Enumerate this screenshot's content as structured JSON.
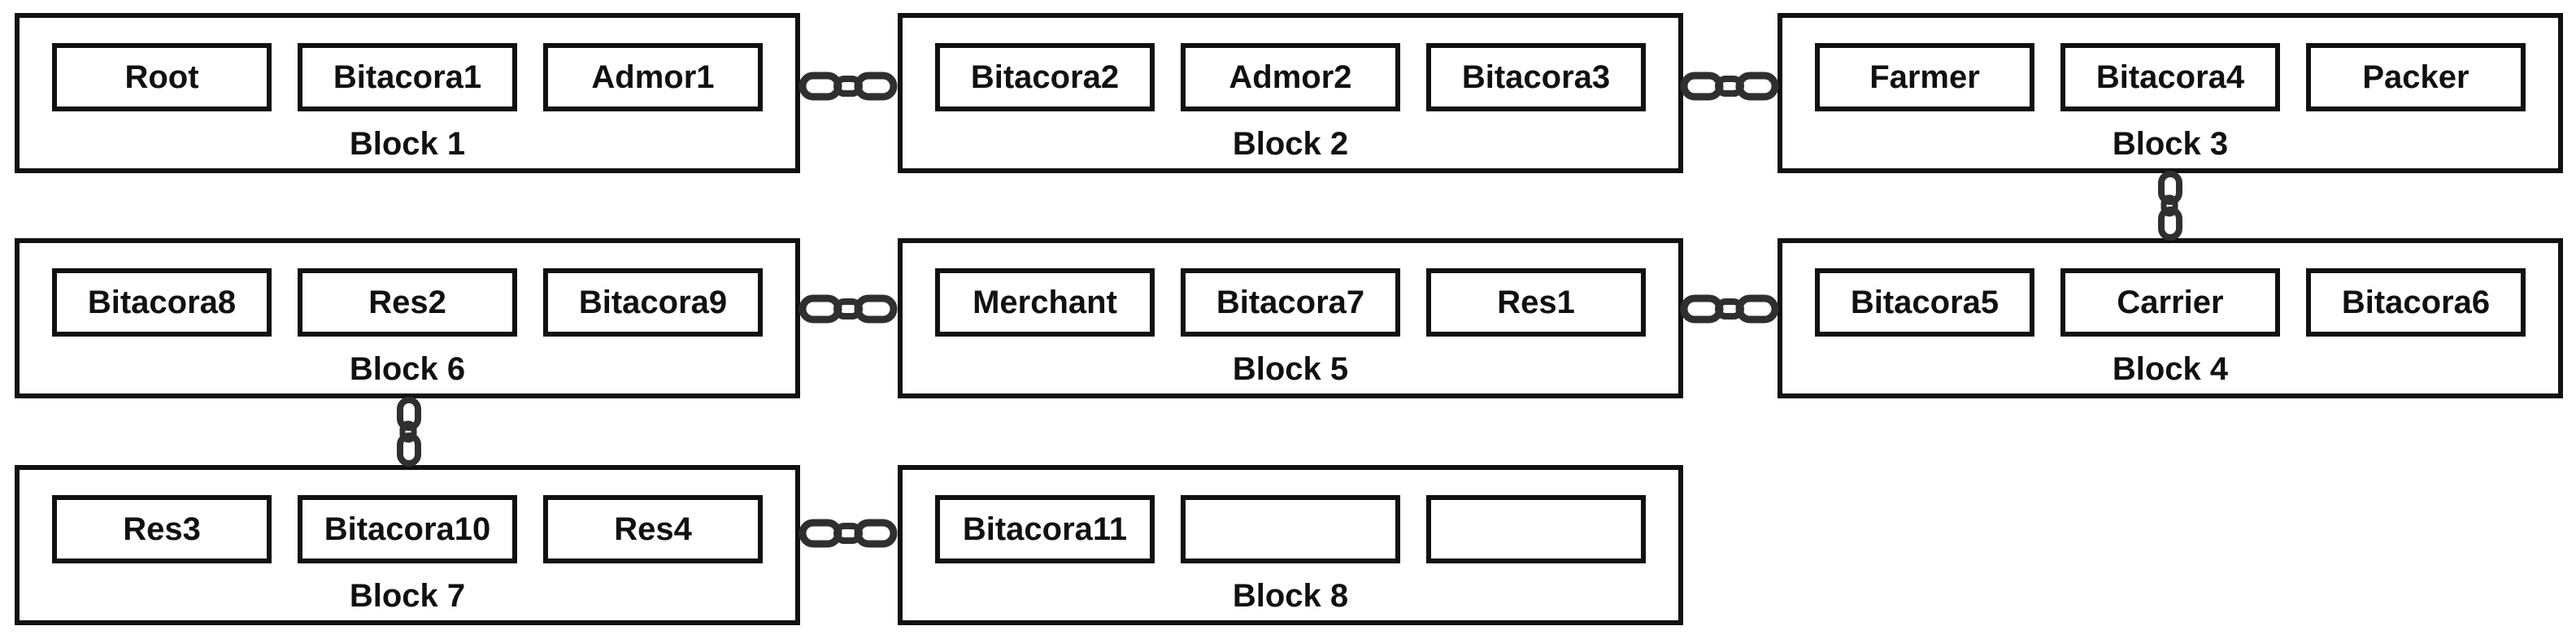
{
  "figure": {
    "background": "#ffffff",
    "border_color": "#111111",
    "text_color": "#111111",
    "chain_color": "#2f2f2f",
    "blocks": [
      {
        "label": "Block 1",
        "cells": [
          "Root",
          "Bitacora1",
          "Admor1"
        ]
      },
      {
        "label": "Block 2",
        "cells": [
          "Bitacora2",
          "Admor2",
          "Bitacora3"
        ]
      },
      {
        "label": "Block 3",
        "cells": [
          "Farmer",
          "Bitacora4",
          "Packer"
        ]
      },
      {
        "label": "Block 6",
        "cells": [
          "Bitacora8",
          "Res2",
          "Bitacora9"
        ]
      },
      {
        "label": "Block 5",
        "cells": [
          "Merchant",
          "Bitacora7",
          "Res1"
        ]
      },
      {
        "label": "Block 4",
        "cells": [
          "Bitacora5",
          "Carrier",
          "Bitacora6"
        ]
      },
      {
        "label": "Block 7",
        "cells": [
          "Res3",
          "Bitacora10",
          "Res4"
        ]
      },
      {
        "label": "Block 8",
        "cells": [
          "Bitacora11",
          "",
          ""
        ]
      }
    ],
    "connections": [
      {
        "from": "Block 1",
        "to": "Block 2",
        "icon": "chain-link",
        "orientation": "horizontal"
      },
      {
        "from": "Block 2",
        "to": "Block 3",
        "icon": "chain-link",
        "orientation": "horizontal"
      },
      {
        "from": "Block 3",
        "to": "Block 4",
        "icon": "chain-link",
        "orientation": "vertical"
      },
      {
        "from": "Block 4",
        "to": "Block 5",
        "icon": "chain-link",
        "orientation": "horizontal"
      },
      {
        "from": "Block 5",
        "to": "Block 6",
        "icon": "chain-link",
        "orientation": "horizontal"
      },
      {
        "from": "Block 6",
        "to": "Block 7",
        "icon": "chain-link",
        "orientation": "vertical"
      },
      {
        "from": "Block 7",
        "to": "Block 8",
        "icon": "chain-link",
        "orientation": "horizontal"
      }
    ]
  }
}
